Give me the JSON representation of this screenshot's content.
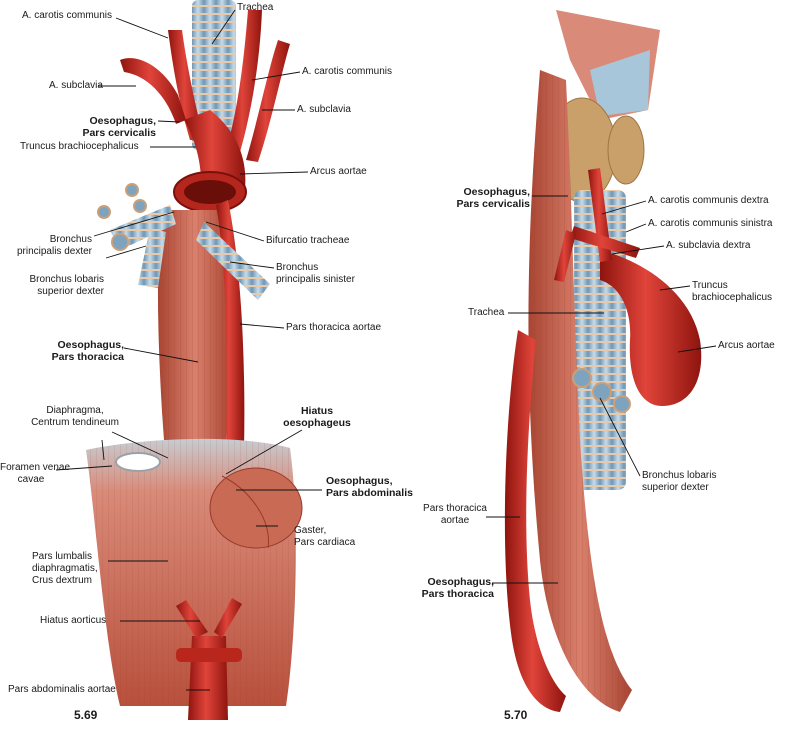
{
  "figures": [
    {
      "number": "5.69",
      "labels": {
        "carotis_communis_dex": "A. carotis communis",
        "trachea": "Trachea",
        "subclavia_dex": "A. subclavia",
        "carotis_communis_sin": "A. carotis communis",
        "subclavia_sin": "A. subclavia",
        "oesophagus_cervicalis_1": "Oesophagus,",
        "oesophagus_cervicalis_2": "Pars cervicalis",
        "truncus": "Truncus brachiocephalicus",
        "arcus": "Arcus aortae",
        "bronchus_dexter_1": "Bronchus",
        "bronchus_dexter_2": "principalis dexter",
        "bifurcatio": "Bifurcatio tracheae",
        "bronchus_lobaris_1": "Bronchus lobaris",
        "bronchus_lobaris_2": "superior dexter",
        "bronchus_sinister_1": "Bronchus",
        "bronchus_sinister_2": "principalis sinister",
        "pars_thoracica_aortae": "Pars thoracica aortae",
        "oesophagus_thoracica_1": "Oesophagus,",
        "oesophagus_thoracica_2": "Pars thoracica",
        "diaphragma_1": "Diaphragma,",
        "diaphragma_2": "Centrum tendineum",
        "hiatus_1": "Hiatus",
        "hiatus_2": "oesophageus",
        "foramen_1": "Foramen venae",
        "foramen_2": "cavae",
        "oesophagus_abdominalis_1": "Oesophagus,",
        "oesophagus_abdominalis_2": "Pars abdominalis",
        "gaster_1": "Gaster,",
        "gaster_2": "Pars cardiaca",
        "pars_lumbalis_1": "Pars lumbalis",
        "pars_lumbalis_2": "diaphragmatis,",
        "pars_lumbalis_3": "Crus dextrum",
        "hiatus_aorticus": "Hiatus aorticus",
        "pars_abdominalis_aortae": "Pars abdominalis aortae"
      }
    },
    {
      "number": "5.70",
      "labels": {
        "oesophagus_cervicalis_1": "Oesophagus,",
        "oesophagus_cervicalis_2": "Pars cervicalis",
        "carotis_dextra": "A. carotis communis dextra",
        "carotis_sinistra": "A. carotis communis sinistra",
        "subclavia_dextra": "A. subclavia dextra",
        "truncus_1": "Truncus",
        "truncus_2": "brachiocephalicus",
        "trachea": "Trachea",
        "arcus": "Arcus aortae",
        "bronchus_lobaris_1": "Bronchus lobaris",
        "bronchus_lobaris_2": "superior dexter",
        "pars_thoracica_1": "Pars thoracica",
        "pars_thoracica_2": "aortae",
        "oesophagus_thoracica_1": "Oesophagus,",
        "oesophagus_thoracica_2": "Pars thoracica"
      }
    }
  ],
  "colors": {
    "artery": "#c8261c",
    "artery_dark": "#8e140e",
    "muscle": "#c65a48",
    "muscle_light": "#d9806c",
    "trachea": "#9cc0d8",
    "trachea_dark": "#5f86a3",
    "tendon": "#cfd2d6",
    "thyroid": "#c9a06a"
  }
}
